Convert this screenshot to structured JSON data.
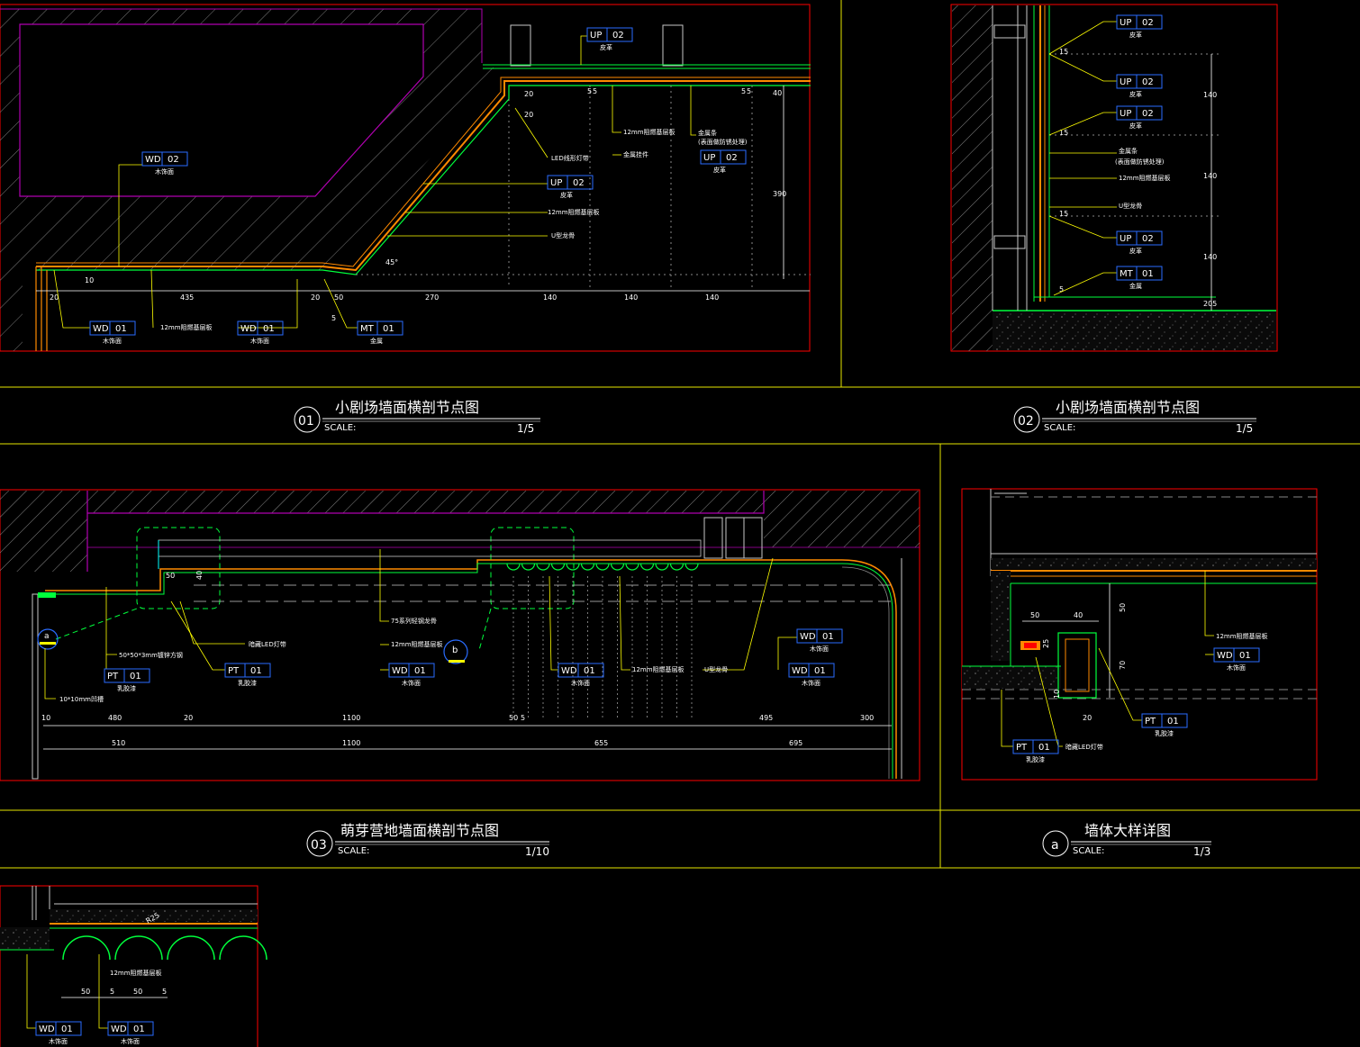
{
  "colors": {
    "background": "#000000",
    "frame": "#ff0000",
    "hatch": "#9a9a9a",
    "wall": "#b000b0",
    "leader": "#ffff00",
    "tag_box": "#2a6cff",
    "finish": "#ff8a00",
    "green": "#00ff3c",
    "cyan": "#00ffff",
    "dim": "#ffffff"
  },
  "drawings": [
    {
      "num": "01",
      "title": "小剧场墙面横剖节点图",
      "scale_label": "SCALE:",
      "scale": "1/5"
    },
    {
      "num": "02",
      "title": "小剧场墙面横剖节点图",
      "scale_label": "SCALE:",
      "scale": "1/5"
    },
    {
      "num": "03",
      "title": "萌芽营地墙面横剖节点图",
      "scale_label": "SCALE:",
      "scale": "1/10"
    },
    {
      "num": "a",
      "title": "墙体大样详图",
      "scale_label": "SCALE:",
      "scale": "1/3"
    }
  ],
  "tags": {
    "d1": [
      {
        "code": "WD",
        "no": "02",
        "sub": "木饰面"
      },
      {
        "code": "UP",
        "no": "02",
        "sub": "皮革"
      },
      {
        "code": "UP",
        "no": "02",
        "sub": "皮革"
      },
      {
        "code": "UP",
        "no": "02",
        "sub": "皮革"
      },
      {
        "code": "WD",
        "no": "01",
        "sub": "木饰面"
      },
      {
        "code": "WD",
        "no": "01",
        "sub": "木饰面"
      },
      {
        "code": "MT",
        "no": "01",
        "sub": "金属"
      }
    ],
    "d2": [
      {
        "code": "UP",
        "no": "02",
        "sub": "皮革"
      },
      {
        "code": "UP",
        "no": "02",
        "sub": "皮革"
      },
      {
        "code": "UP",
        "no": "02",
        "sub": "皮革"
      },
      {
        "code": "UP",
        "no": "02",
        "sub": "皮革"
      },
      {
        "code": "MT",
        "no": "01",
        "sub": "金属"
      }
    ],
    "d3": [
      {
        "code": "PT",
        "no": "01",
        "sub": "乳胶漆"
      },
      {
        "code": "PT",
        "no": "01",
        "sub": "乳胶漆"
      },
      {
        "code": "WD",
        "no": "01",
        "sub": "木饰面"
      },
      {
        "code": "WD",
        "no": "01",
        "sub": "木饰面"
      },
      {
        "code": "WD",
        "no": "01",
        "sub": "木饰面"
      },
      {
        "code": "WD",
        "no": "01",
        "sub": "木饰面"
      }
    ],
    "da": [
      {
        "code": "WD",
        "no": "01",
        "sub": "木饰面"
      },
      {
        "code": "PT",
        "no": "01",
        "sub": "乳胶漆"
      },
      {
        "code": "PT",
        "no": "01",
        "sub": "乳胶漆"
      }
    ],
    "db": [
      {
        "code": "WD",
        "no": "01",
        "sub": "木饰面"
      },
      {
        "code": "WD",
        "no": "01",
        "sub": "木饰面"
      }
    ]
  },
  "notes": {
    "d1": [
      "LED线形灯带",
      "12mm阻燃基层板",
      "金属挂件",
      "金属条",
      "(表面做防锈处理)",
      "12mm阻燃基层板",
      "U型龙骨",
      "12mm阻燃基层板"
    ],
    "d2": [
      "金属条",
      "(表面做防锈处理)",
      "12mm阻燃基层板",
      "U型龙骨"
    ],
    "d3": [
      "暗藏LED灯带",
      "50*50*3mm镀锌方钢",
      "10*10mm凹槽",
      "75系列轻钢龙骨",
      "12mm阻燃基层板",
      "12mm阻燃基层板",
      "U型龙骨"
    ],
    "da": [
      "12mm阻燃基层板",
      "暗藏LED灯带"
    ],
    "db": [
      "12mm阻燃基层板"
    ]
  },
  "dims": {
    "d1_bottom": [
      "20",
      "435",
      "20",
      "50",
      "270",
      "140",
      "140",
      "140"
    ],
    "d1_other": [
      "5",
      "5",
      "5",
      "5",
      "40",
      "20",
      "20",
      "390",
      "45°",
      "5",
      "10"
    ],
    "d2_side": [
      "140",
      "140",
      "140",
      "205",
      "15",
      "15",
      "15",
      "5"
    ],
    "d3_row1": [
      "10",
      "480",
      "20",
      "1100",
      "50",
      "5",
      "495",
      "300"
    ],
    "d3_row2": [
      "510",
      "1100",
      "655",
      "695"
    ],
    "d3_other": [
      "50",
      "40"
    ],
    "da": [
      "50",
      "40",
      "50",
      "70",
      "10",
      "20",
      "25"
    ],
    "db": [
      "50",
      "5",
      "50",
      "5",
      "R25"
    ]
  },
  "section_marks": [
    "a",
    "b"
  ]
}
